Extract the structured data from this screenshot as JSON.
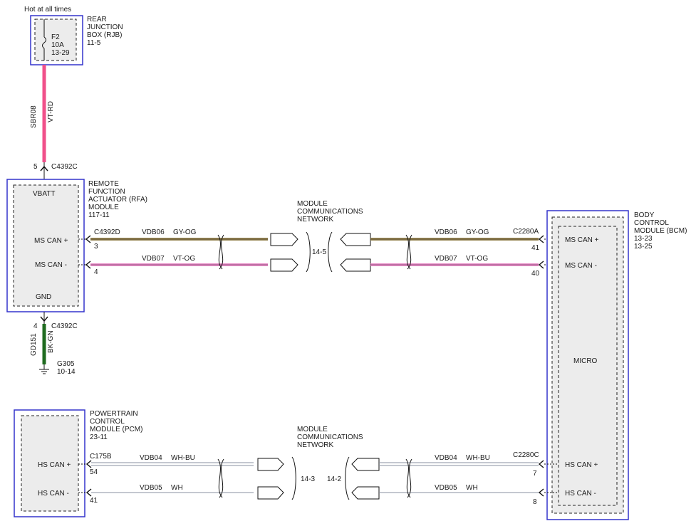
{
  "hot_label": "Hot at all times",
  "rjb": {
    "name_lines": [
      "REAR",
      "JUNCTION",
      "BOX (RJB)",
      "11-5"
    ],
    "fuse": [
      "F2",
      "10A",
      "13-29"
    ]
  },
  "sbr08": {
    "circuit": "SBR08",
    "color": "VT-RD"
  },
  "c4392c_top": {
    "pin": "5",
    "connector": "C4392C"
  },
  "rfa": {
    "name_lines": [
      "REMOTE",
      "FUNCTION",
      "ACTUATOR (RFA)",
      "MODULE",
      "117-11"
    ],
    "vbatt": "VBATT",
    "ms_can_plus": "MS CAN +",
    "ms_can_minus": "MS CAN -",
    "gnd": "GND"
  },
  "rfa_conn": {
    "connector": "C4392D",
    "pin_plus": "3",
    "pin_minus": "4"
  },
  "network_top": [
    "MODULE",
    "COMMUNICATIONS",
    "NETWORK"
  ],
  "network_bottom": [
    "MODULE",
    "COMMUNICATIONS",
    "NETWORK"
  ],
  "net_ref_top": "14-5",
  "net_ref_bl": "14-3",
  "net_ref_br": "14-2",
  "vdb06_left": {
    "circuit": "VDB06",
    "color": "GY-OG"
  },
  "vdb07_left": {
    "circuit": "VDB07",
    "color": "VT-OG"
  },
  "vdb06_right": {
    "circuit": "VDB06",
    "color": "GY-OG"
  },
  "vdb07_right": {
    "circuit": "VDB07",
    "color": "VT-OG"
  },
  "c2280a": {
    "connector": "C2280A",
    "pin_plus": "41",
    "pin_minus": "40"
  },
  "bcm": {
    "name_lines": [
      "BODY",
      "CONTROL",
      "MODULE (BCM)",
      "13-23",
      "13-25"
    ],
    "ms_can_plus": "MS CAN +",
    "ms_can_minus": "MS CAN -",
    "micro": "MICRO",
    "hs_can_plus": "HS CAN +",
    "hs_can_minus": "HS CAN -"
  },
  "c4392c_gnd": {
    "pin": "4",
    "connector": "C4392C"
  },
  "gd151": {
    "circuit": "GD151",
    "color": "BK-GN"
  },
  "g305": {
    "ground": "G305",
    "ref": "10-14"
  },
  "pcm": {
    "name_lines": [
      "POWERTRAIN",
      "CONTROL",
      "MODULE (PCM)",
      "23-11"
    ],
    "hs_can_plus": "HS CAN +",
    "hs_can_minus": "HS CAN -"
  },
  "c175b": {
    "connector": "C175B",
    "pin_plus": "54",
    "pin_minus": "41"
  },
  "vdb04_left": {
    "circuit": "VDB04",
    "color": "WH-BU"
  },
  "vdb05_left": {
    "circuit": "VDB05",
    "color": "WH"
  },
  "vdb04_right": {
    "circuit": "VDB04",
    "color": "WH-BU"
  },
  "vdb05_right": {
    "circuit": "VDB05",
    "color": "WH"
  },
  "c2280c": {
    "connector": "C2280C",
    "pin_plus": "7",
    "pin_minus": "8"
  },
  "colors": {
    "vt_rd": "#f0508a",
    "bk_gn": "#1f6b1f",
    "gy_og": "#9a8b5a",
    "vt_og": "#e890c8",
    "wh": "#c8cdd8",
    "module_border": "#3333cc",
    "module_fill": "#ececec"
  }
}
